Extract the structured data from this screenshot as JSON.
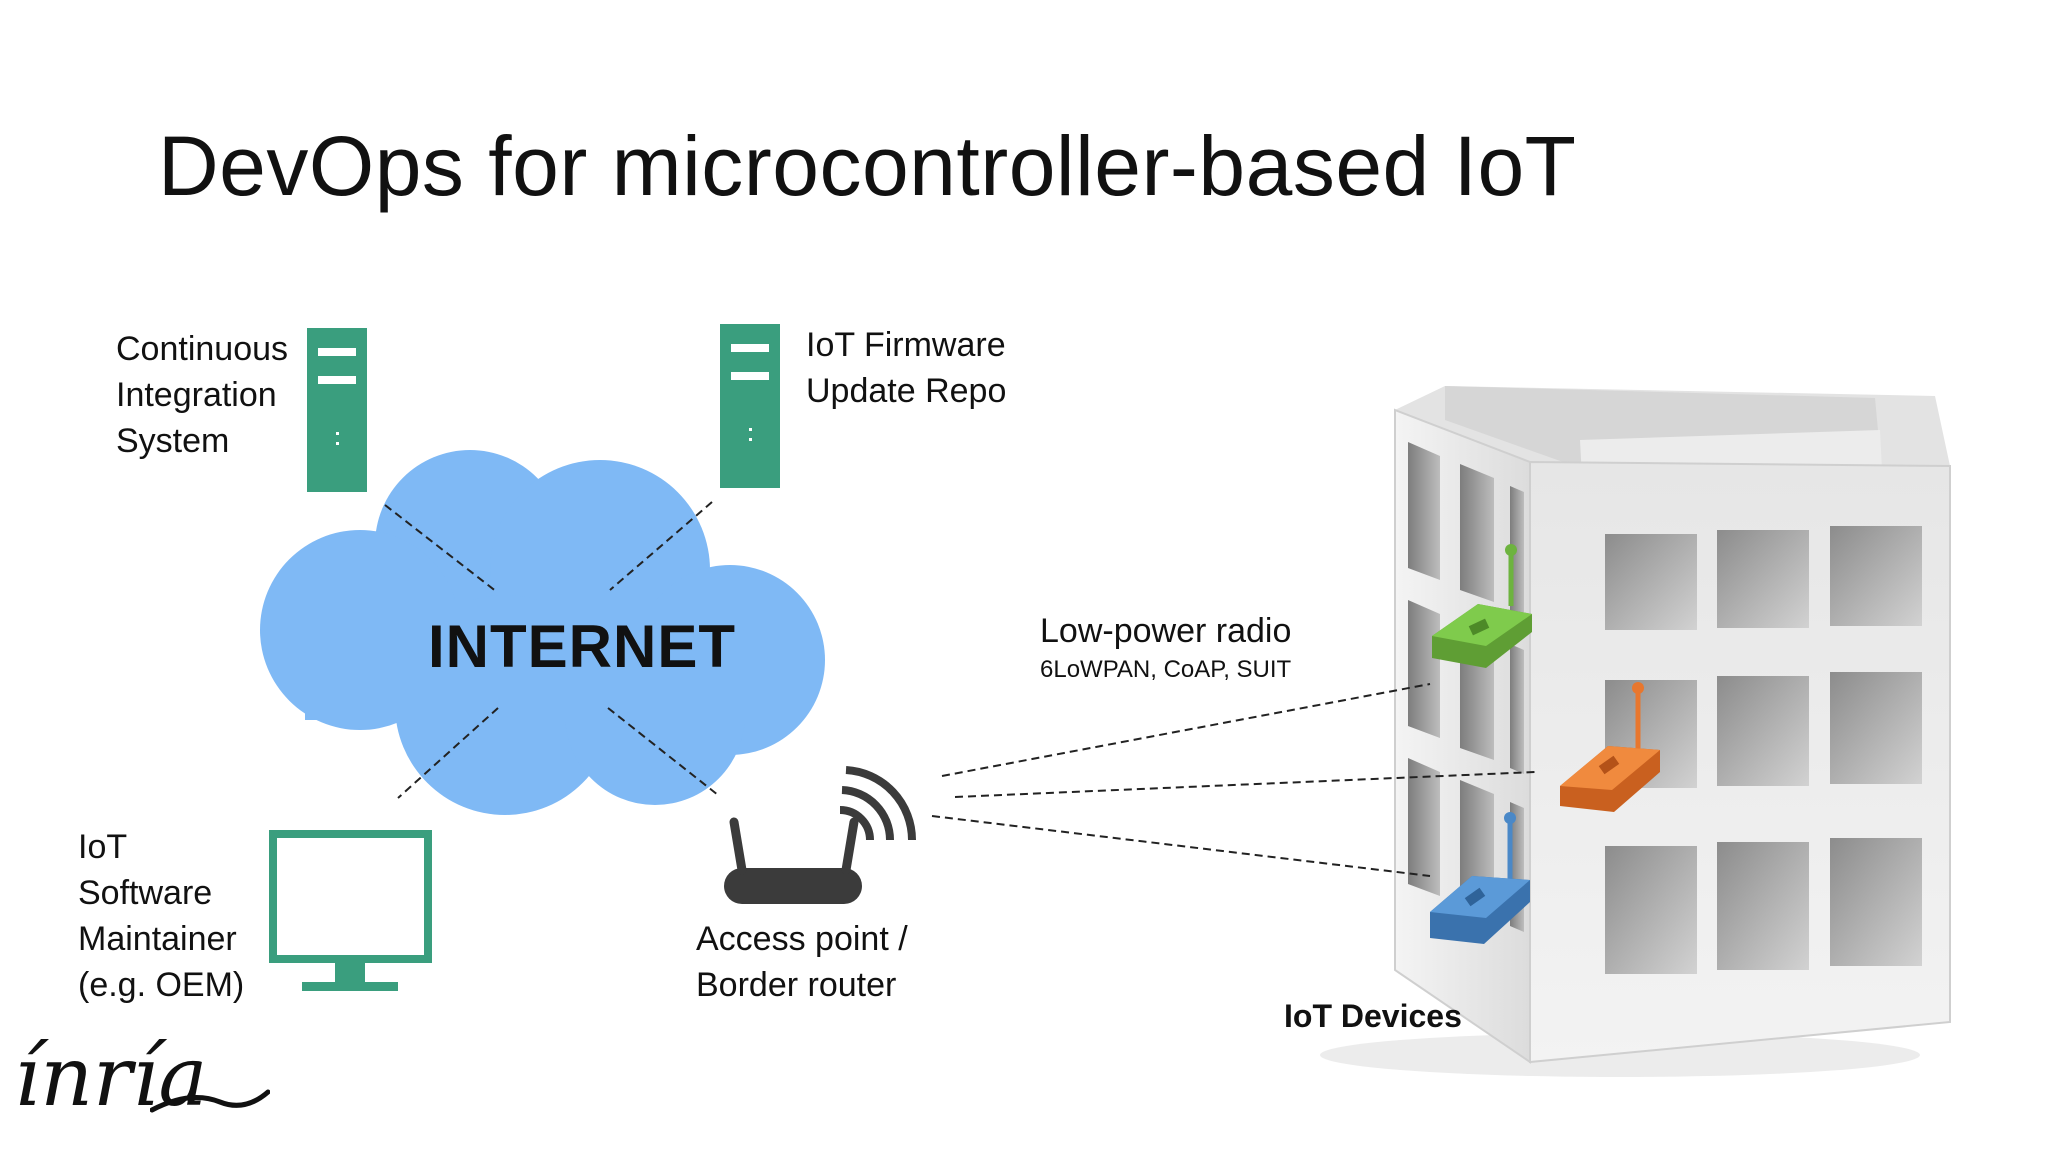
{
  "title": "DevOps for microcontroller-based IoT",
  "cloud": {
    "label": "INTERNET",
    "color": "#7fb9f5"
  },
  "ci_system": {
    "lines": [
      "Continuous",
      "Integration",
      "System"
    ]
  },
  "firmware_repo": {
    "lines": [
      "IoT Firmware",
      "Update Repo"
    ]
  },
  "maintainer": {
    "lines": [
      "IoT",
      "Software",
      "Maintainer",
      "(e.g. OEM)"
    ]
  },
  "access_point": {
    "lines": [
      "Access point /",
      "Border router"
    ]
  },
  "radio": {
    "label": "Low-power radio",
    "protocols": "6LoWPAN, CoAP, SUIT"
  },
  "devices": {
    "label": "IoT Devices"
  },
  "logo": {
    "text": "ínría"
  },
  "colors": {
    "server": "#3a9e7e",
    "device_green": "#6db33f",
    "device_orange": "#e8772e",
    "device_blue": "#4a88c7",
    "router": "#3b3b3b"
  },
  "icons": [
    "server-icon",
    "monitor-icon",
    "router-icon",
    "building-icon",
    "sensor-device-icon"
  ]
}
